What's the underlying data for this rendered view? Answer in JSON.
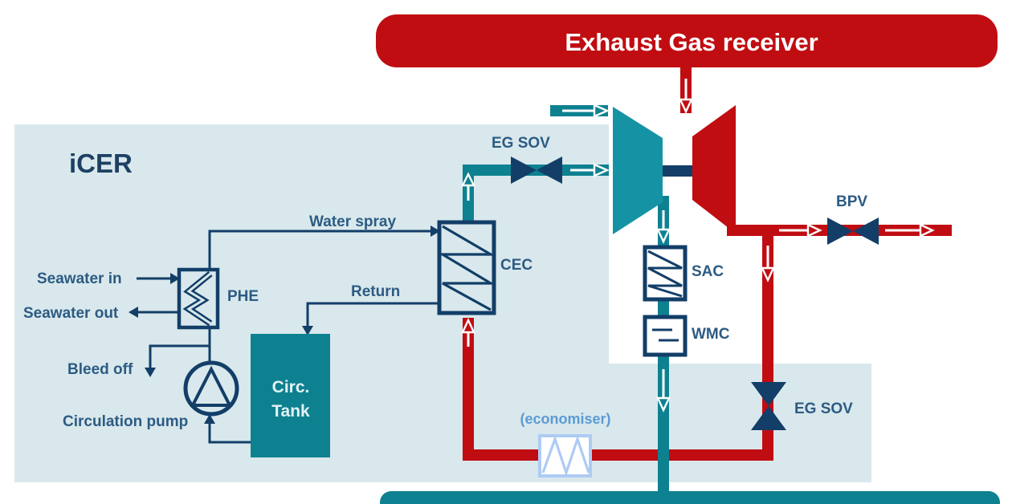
{
  "diagram": {
    "title": "iCER",
    "receiver_label": "Exhaust Gas receiver",
    "components": {
      "phe": "PHE",
      "cec": "CEC",
      "sac": "SAC",
      "wmc": "WMC",
      "economiser": "(economiser)",
      "circ_tank": {
        "line1": "Circ.",
        "line2": "Tank"
      },
      "circulation_pump": "Circulation pump"
    },
    "valves": {
      "eg_sov_top": "EG SOV",
      "eg_sov_bottom": "EG SOV",
      "bpv": "BPV"
    },
    "streams": {
      "water_spray": "Water spray",
      "return": "Return",
      "seawater_in": "Seawater in",
      "seawater_out": "Seawater out",
      "bleed_off": "Bleed off"
    },
    "colors": {
      "exhaust_red": "#c00d12",
      "water_teal": "#0e8190",
      "compressor_teal": "#1593a5",
      "navy": "#123e68",
      "label_blue": "#2c5b83",
      "panel_blue": "#d9e8ec",
      "economiser_text_blue": "#5b9bd5",
      "economiser_outline_blue": "#aecbf4",
      "banner_text": "#ffffff"
    }
  }
}
